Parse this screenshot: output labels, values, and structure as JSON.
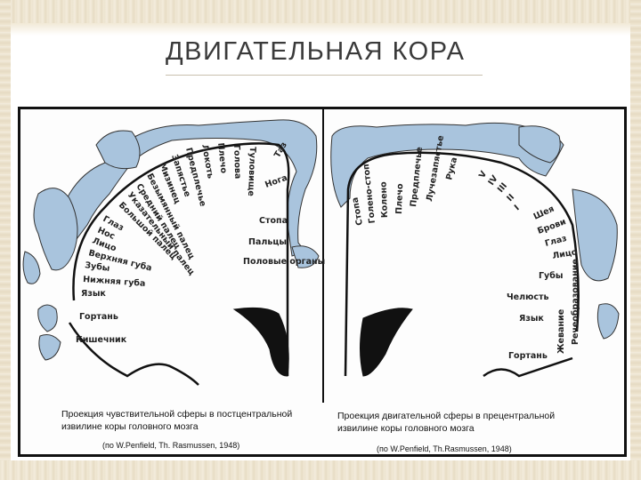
{
  "slide": {
    "title": "ДВИГАТЕЛЬНАЯ КОРА"
  },
  "left_panel": {
    "labels": [
      "Глаз",
      "Нос",
      "Лицо",
      "Верхняя губа",
      "Зубы",
      "Нижняя губа",
      "Язык",
      "Гортань",
      "Кишечник",
      "Большой палец",
      "Указательный палец",
      "Средний палец",
      "Безымянный палец",
      "Мизинец",
      "Запястье",
      "Предплечье",
      "Локоть",
      "Плечо",
      "Голова",
      "Туловище",
      "Таз",
      "Нога",
      "Стопа",
      "Пальцы",
      "Половые органы"
    ],
    "caption": "Проекция чувствительной сферы в постцентральной извилине коры головного мозга",
    "source": "(по W.Penfield, Th. Rasmussen, 1948)"
  },
  "right_panel": {
    "labels": [
      "Стопа",
      "Голено-стоп",
      "Колено",
      "Плечо",
      "Предплечье",
      "Лучезапястье",
      "Рука",
      "V",
      "IV",
      "III",
      "II",
      "I",
      "Шея",
      "Брови",
      "Глаз",
      "Лицо",
      "Губы",
      "Челюсть",
      "Язык",
      "Жевание",
      "Гортань",
      "Речеобразование"
    ],
    "caption": "Проекция двигательной сферы в прецентральной извилине коры головного мозга",
    "source": "(по W.Penfield, Th.Rasmussen, 1948)"
  },
  "colors": {
    "homunculus": "#a9c4dd",
    "outline": "#111111",
    "title": "#3a3a3a"
  }
}
